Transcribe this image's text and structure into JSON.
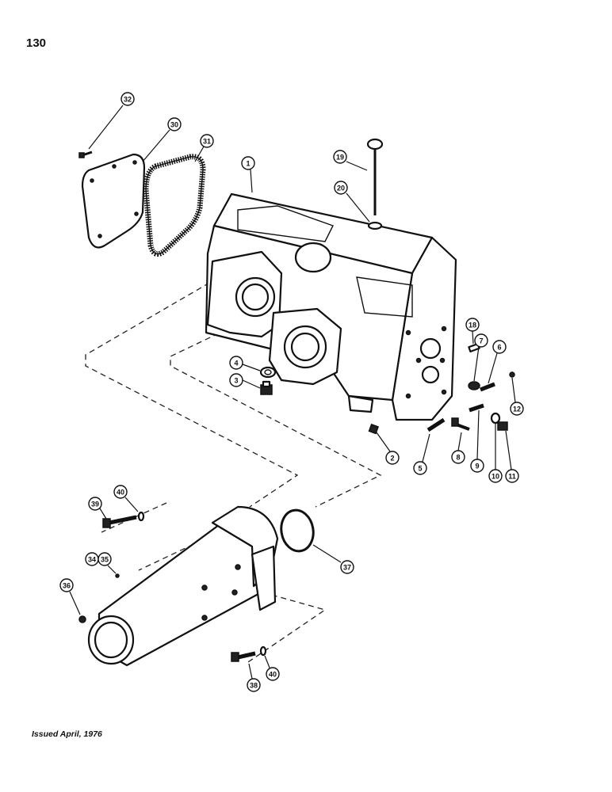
{
  "page_number": "130",
  "footer": "Issued April, 1976",
  "callouts": [
    {
      "id": "1",
      "label": "1"
    },
    {
      "id": "2",
      "label": "2"
    },
    {
      "id": "3",
      "label": "3"
    },
    {
      "id": "4",
      "label": "4"
    },
    {
      "id": "5",
      "label": "5"
    },
    {
      "id": "6",
      "label": "6"
    },
    {
      "id": "7",
      "label": "7"
    },
    {
      "id": "8",
      "label": "8"
    },
    {
      "id": "9",
      "label": "9"
    },
    {
      "id": "10",
      "label": "10"
    },
    {
      "id": "11",
      "label": "11"
    },
    {
      "id": "12",
      "label": "12"
    },
    {
      "id": "18",
      "label": "18"
    },
    {
      "id": "19",
      "label": "19"
    },
    {
      "id": "20",
      "label": "20"
    },
    {
      "id": "30",
      "label": "30"
    },
    {
      "id": "31",
      "label": "31"
    },
    {
      "id": "32",
      "label": "32"
    },
    {
      "id": "34",
      "label": "34"
    },
    {
      "id": "35",
      "label": "35"
    },
    {
      "id": "36",
      "label": "36"
    },
    {
      "id": "37",
      "label": "37"
    },
    {
      "id": "38",
      "label": "38"
    },
    {
      "id": "39",
      "label": "39"
    },
    {
      "id": "40a",
      "label": "40"
    },
    {
      "id": "40b",
      "label": "40"
    }
  ]
}
